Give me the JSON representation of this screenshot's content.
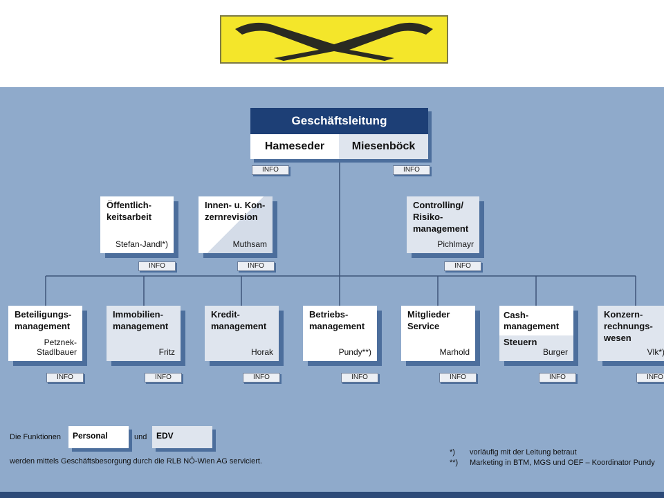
{
  "logo": {
    "icon": "raiffeisen-gable-cross-logo",
    "colors": {
      "background": "#f4e62a",
      "mark": "#2a2a22"
    }
  },
  "executive": {
    "title": "Geschäftsleitung",
    "left": "Hameseder",
    "right": "Miesenböck"
  },
  "info_label": "INFO",
  "staff_units": [
    {
      "title": "Öffentlich-\nkeitsarbeit",
      "person": "Stefan-Jandl*)"
    },
    {
      "title": "Innen- u. Kon-\nzernrevision",
      "person": "Muthsam"
    },
    {
      "title": "Controlling/\nRisiko-\nmanagement",
      "person": "Pichlmayr"
    }
  ],
  "departments": [
    {
      "title": "Beteiligungs-\nmanagement",
      "person": "Petznek-\nStadlbauer"
    },
    {
      "title": "Immobilien-\nmanagement",
      "person": "Fritz"
    },
    {
      "title": "Kredit-\nmanagement",
      "person": "Horak"
    },
    {
      "title": "Betriebs-\nmanagement",
      "person": "Pundy**)"
    },
    {
      "title": "Mitglieder\nService",
      "person": "Marhold"
    },
    {
      "title": "Cash-\nmanagement",
      "subtitle": "Steuern",
      "person": "Burger"
    },
    {
      "title": "Konzern-\nrechnungs-\nwesen",
      "person": "Vlk*)"
    }
  ],
  "legend": {
    "prefix": "Die Funktionen",
    "personal": "Personal",
    "and": "und",
    "edv": "EDV",
    "line2": "werden mittels Geschäftsbesorgung durch die RLB NÖ-Wien AG serviciert."
  },
  "footnotes": [
    {
      "mark": "*)",
      "text": "vorläufig mit der Leitung betraut"
    },
    {
      "mark": "**)",
      "text": "Marketing in BTM, MGS und OEF – Koordinator Pundy"
    }
  ]
}
